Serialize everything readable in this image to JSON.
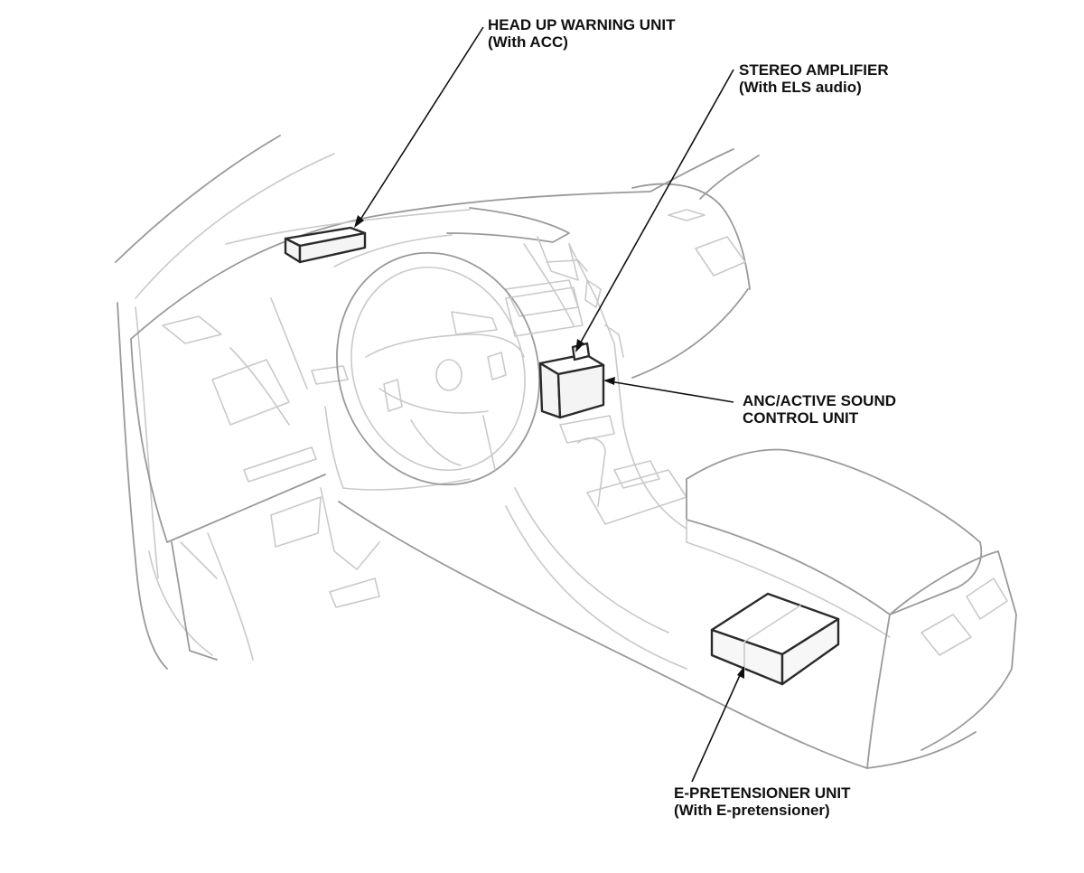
{
  "callouts": {
    "head_up_warning_unit": {
      "line1": "HEAD UP WARNING UNIT",
      "line2": "(With ACC)"
    },
    "stereo_amplifier": {
      "line1": "STEREO AMPLIFIER",
      "line2": "(With ELS audio)"
    },
    "anc_active_sound_control_unit": {
      "line1": "ANC/ACTIVE SOUND",
      "line2": "CONTROL UNIT"
    },
    "e_pretensioner_unit": {
      "line1": "E-PRETENSIONER UNIT",
      "line2": "(With E-pretensioner)"
    }
  }
}
